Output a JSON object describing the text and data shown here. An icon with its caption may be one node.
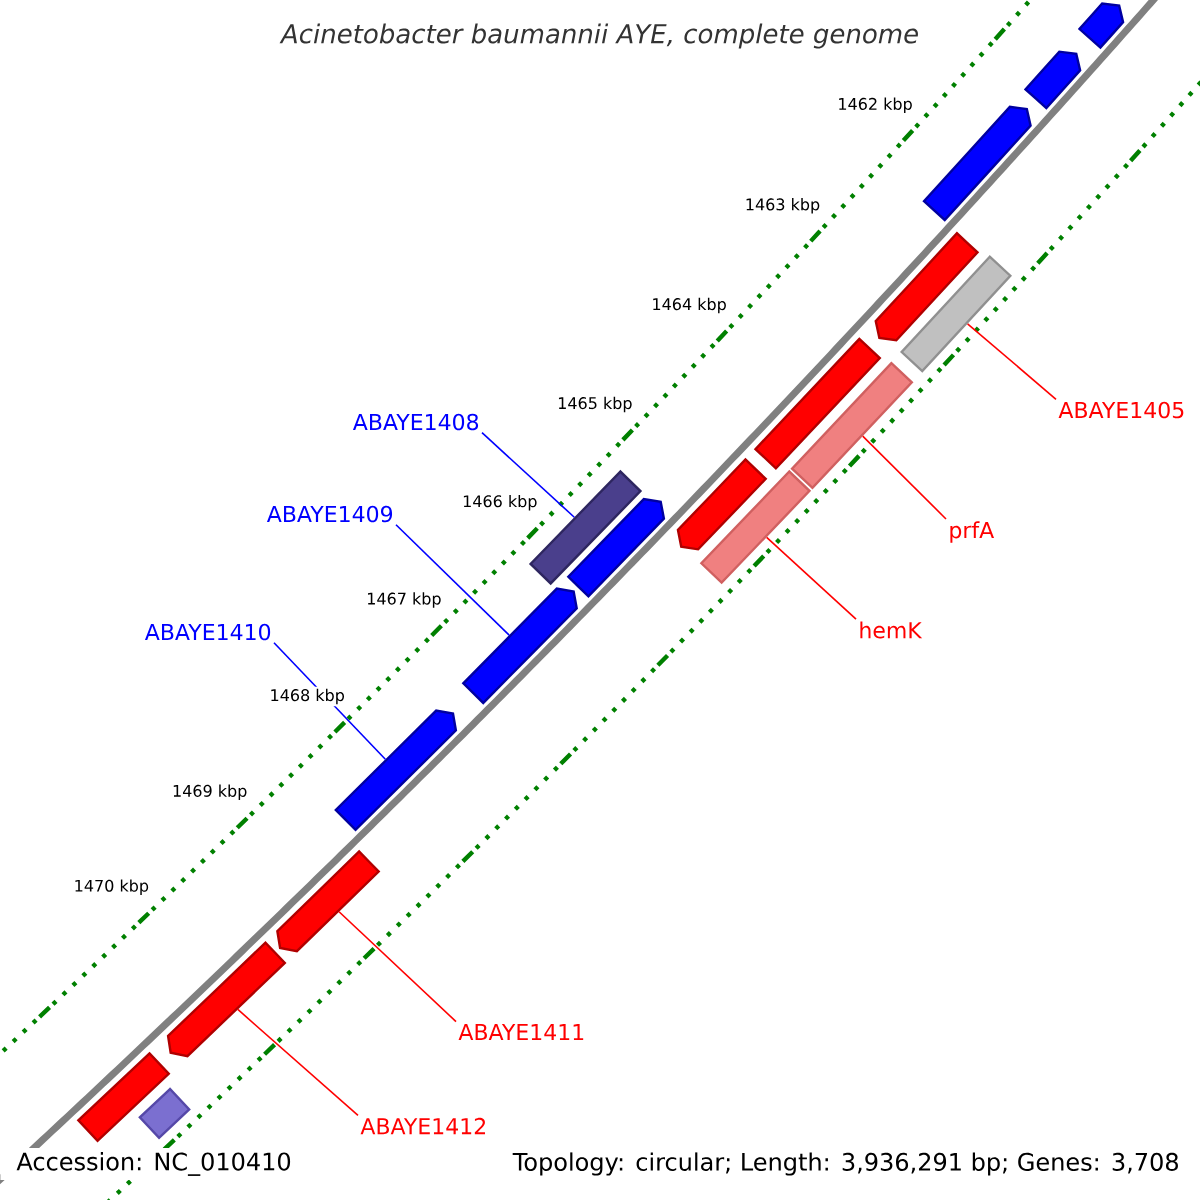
{
  "diagram": {
    "title": "Acinetobacter baumannii AYE, complete genome",
    "nodes": [
      {
        "text": [
          "ABAYE1405"
        ]
      },
      {
        "text": [],
        "shape": "bar"
      },
      {
        "text": [
          "prfA"
        ]
      },
      {
        "text": [],
        "shape": "bar"
      },
      {
        "text": [
          "hemK"
        ]
      },
      {
        "text": [],
        "shape": "bar"
      },
      {
        "text": [
          "ABAYE1408"
        ]
      },
      {
        "text": [],
        "shape": "bar"
      },
      {
        "text": [
          "ABAYE1409"
        ]
      },
      {
        "text": [],
        "shape": "arrow"
      },
      {
        "text": [
          "ABAYE1410"
        ]
      },
      {
        "text": [],
        "shape": "arrow"
      },
      {
        "text": [
          "ABAYE1411"
        ]
      },
      {
        "text": [],
        "shape": "arrow"
      },
      {
        "text": [
          "ABAYE1412"
        ]
      },
      {
        "text": [],
        "shape": "arrow"
      },
      {
        "text": [],
        "shape": "arrow"
      },
      {
        "text": [],
        "shape": "arrow"
      },
      {
        "text": [],
        "shape": "arrow"
      },
      {
        "text": [],
        "shape": "arrow"
      },
      {
        "text": [],
        "shape": "arrow"
      },
      {
        "text": [],
        "shape": "bar"
      },
      {
        "text": [],
        "shape": "arrow"
      },
      {
        "text": [],
        "shape": "bar"
      },
      {
        "text": [],
        "shape": "bar"
      }
    ],
    "edges": [
      {
        "from": 0,
        "to": 1,
        "arrow": "none"
      },
      {
        "from": 2,
        "to": 3,
        "arrow": "none"
      },
      {
        "from": 4,
        "to": 5,
        "arrow": "none"
      },
      {
        "from": 6,
        "to": 7,
        "arrow": "none",
        "color": "#0000ff"
      },
      {
        "from": 8,
        "to": 9,
        "arrow": "none",
        "color": "#0000ff"
      },
      {
        "from": 10,
        "to": 11,
        "arrow": "none",
        "color": "#0000ff"
      },
      {
        "from": 12,
        "to": 13,
        "arrow": "none"
      },
      {
        "from": 14,
        "to": 15,
        "arrow": "none"
      }
    ],
    "labels": [
      "1462 kbp",
      "1463 kbp",
      "1464 kbp",
      "1465 kbp",
      "1466 kbp",
      "1467 kbp",
      "1468 kbp",
      "1469 kbp",
      "1470 kbp",
      "Accession: NC_010410",
      "Topology: circular; Length: 3,936,291 bp; Genes: 3,708"
    ]
  }
}
